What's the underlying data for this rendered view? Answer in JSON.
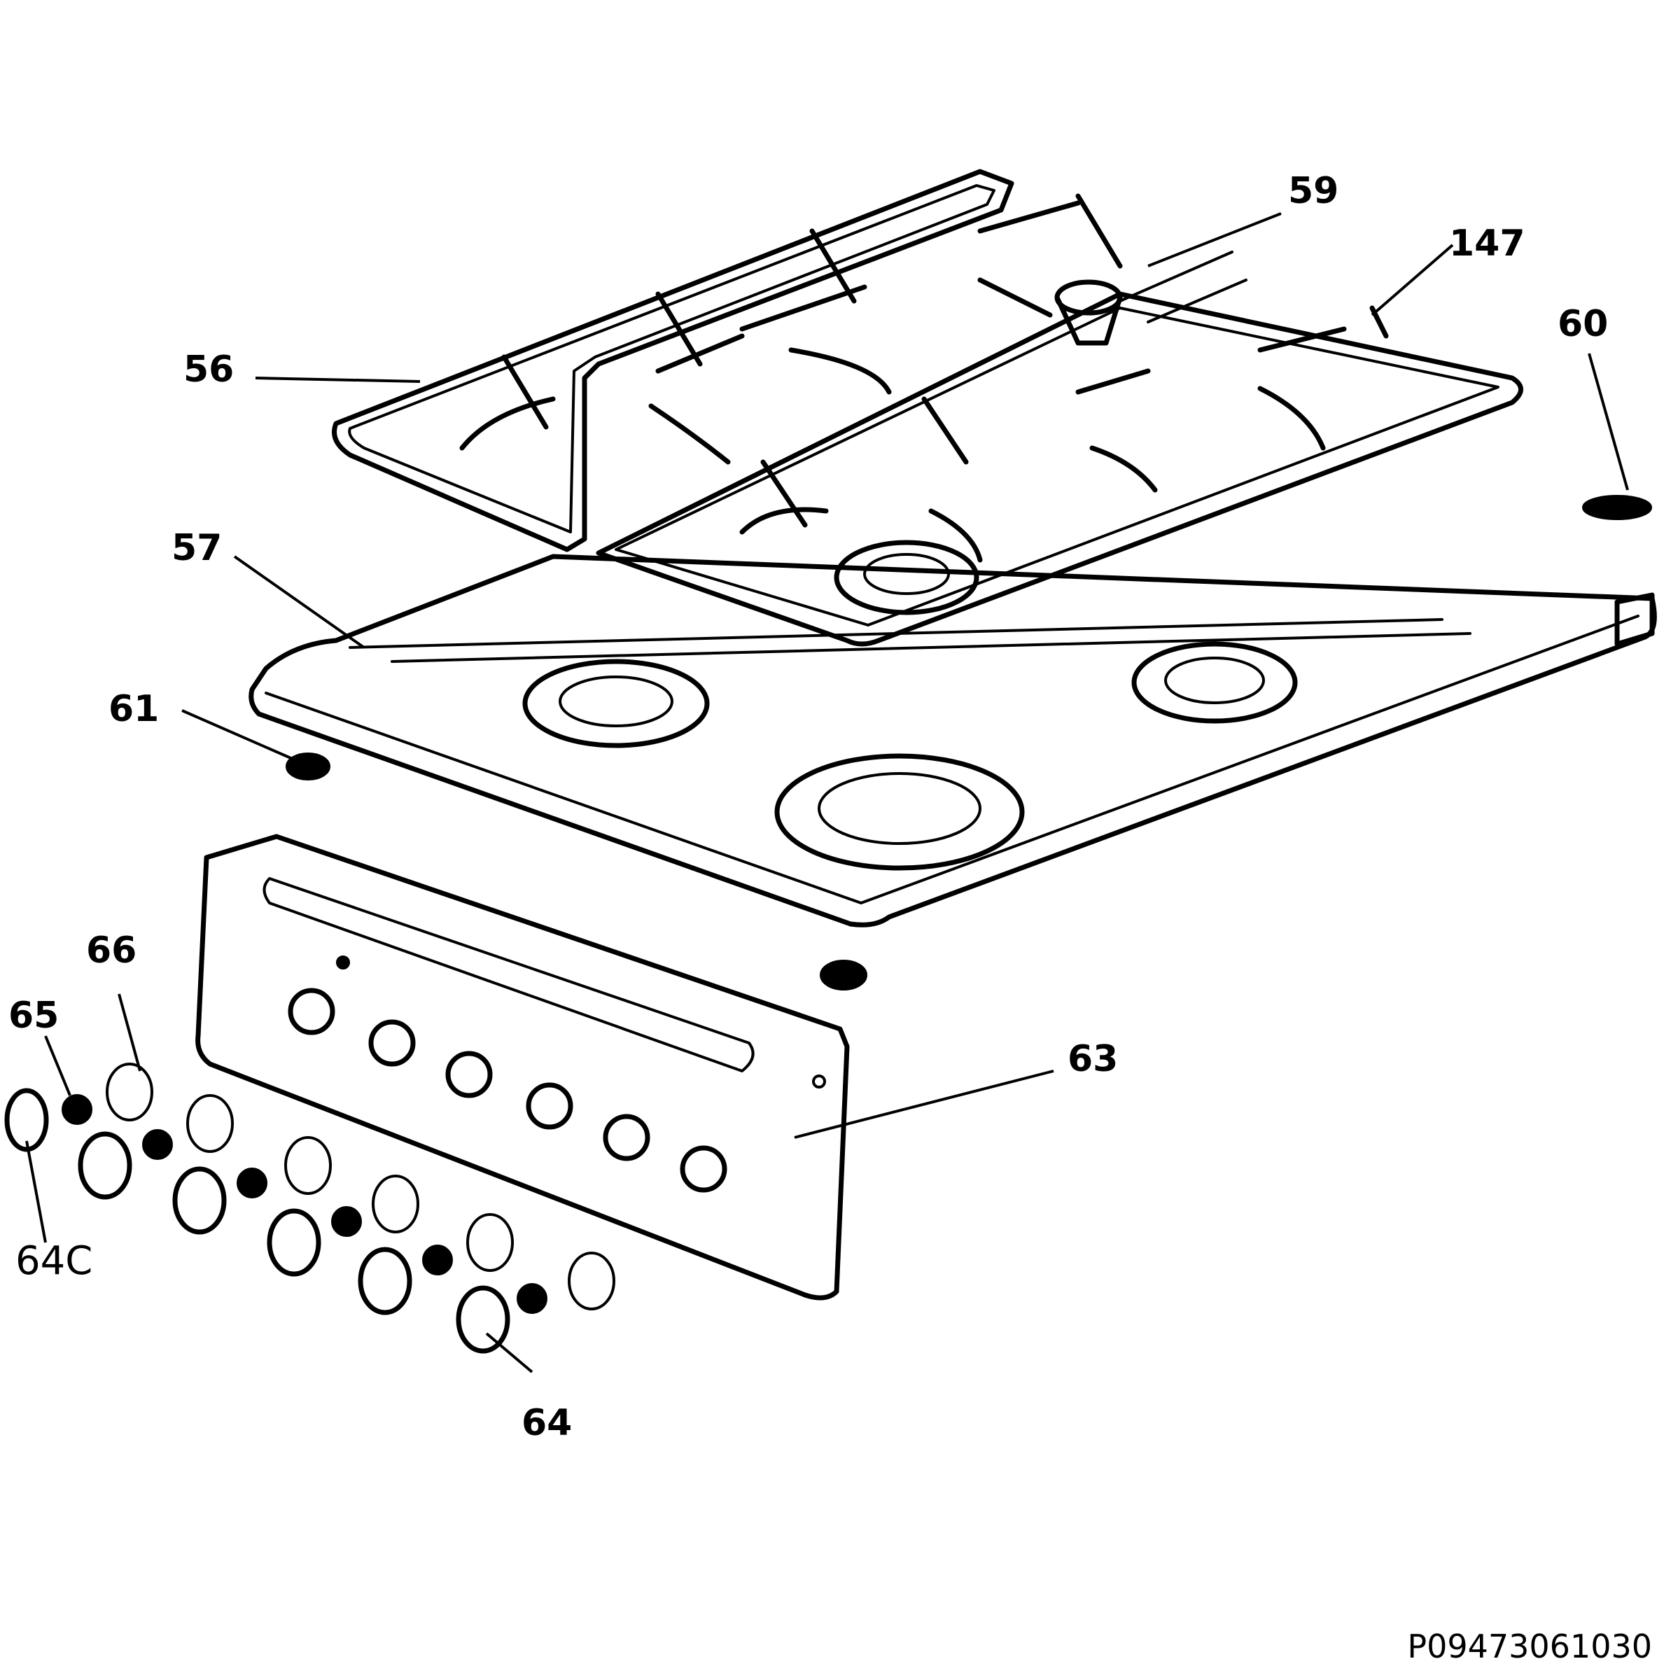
{
  "diagram": {
    "callouts": {
      "c59": "59",
      "c147": "147",
      "c60": "60",
      "c56": "56",
      "c57": "57",
      "c61": "61",
      "c66": "66",
      "c65": "65",
      "c63": "63",
      "c64c": "64C",
      "c64": "64"
    },
    "drawing_id": "P09473061030"
  }
}
